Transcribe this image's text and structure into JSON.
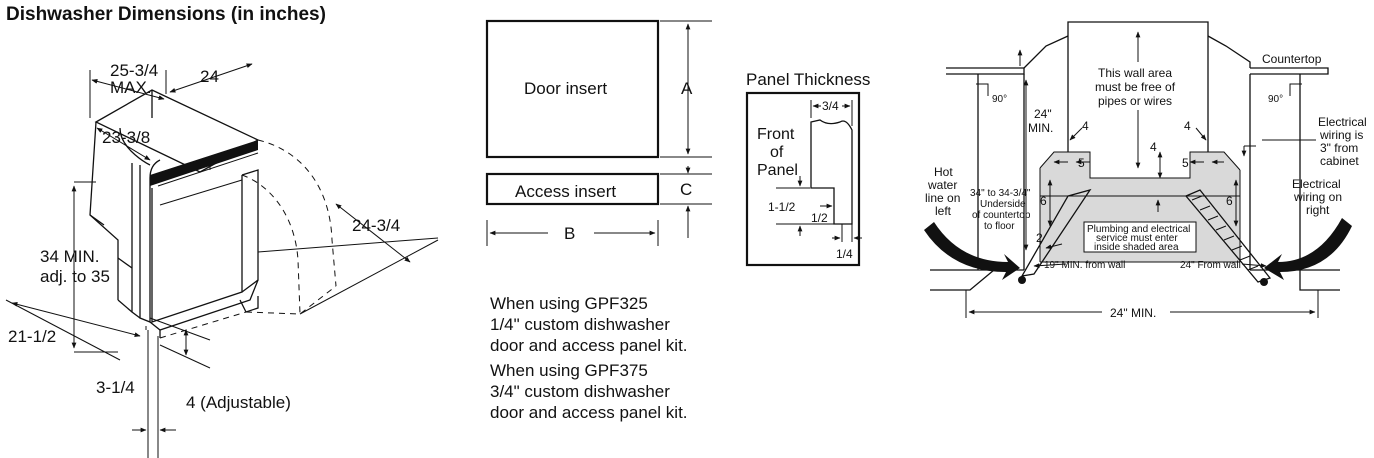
{
  "diagram": {
    "title": "Dishwasher Dimensions (in inches)",
    "dimensions": {
      "depth_max": "25-3/4",
      "depth_max_unit": "MAX.",
      "width": "24",
      "panel_depth": "23-3/8",
      "door_swing": "24-3/4",
      "height_min": "34 MIN.",
      "height_adj": "adj. to 35",
      "toe_depth": "21-1/2",
      "toe_front": "3-1/4",
      "leg_adjust": "4 (Adjustable)"
    }
  },
  "panels": {
    "door_insert": "Door insert",
    "access_insert": "Access insert",
    "dim_a": "A",
    "dim_b": "B",
    "dim_c": "C"
  },
  "thickness": {
    "title": "Panel Thickness",
    "front_label_1": "Front",
    "front_label_2": "of",
    "front_label_3": "Panel",
    "dim_top": "3/4",
    "dim_left": "1-1/2",
    "dim_mid": "1/2",
    "dim_bottom": "1/4"
  },
  "notes": {
    "note1_line1": "When using GPF325",
    "note1_line2": "1/4\" custom dishwasher",
    "note1_line3": "door and access panel kit.",
    "note2_line1": "When using GPF375",
    "note2_line2": "3/4\" custom dishwasher",
    "note2_line3": "door and access panel kit."
  },
  "installation": {
    "countertop": "Countertop",
    "wall_note_1": "This wall area",
    "wall_note_2": "must be free of",
    "wall_note_3": "pipes or wires",
    "angle_left": "90°",
    "angle_right": "90°",
    "min_24_a": "24\"",
    "min_24_b": "MIN.",
    "d4_left": "4",
    "d4_right": "4",
    "d4_center": "4",
    "d5_left": "5",
    "d5_right": "5",
    "d6_left": "6",
    "d6_right": "6",
    "d2": "2",
    "hot_water_1": "Hot",
    "hot_water_2": "water",
    "hot_water_3": "line on",
    "hot_water_4": "left",
    "elec_wiring_1": "Electrical",
    "elec_wiring_2": "wiring is",
    "elec_wiring_3": "3\" from",
    "elec_wiring_4": "cabinet",
    "elec_right_1": "Electrical",
    "elec_right_2": "wiring on",
    "elec_right_3": "right",
    "height_note_1": "34\" to 34-3/4\"",
    "height_note_2": "Underside",
    "height_note_3": "of countertop",
    "height_note_4": "to floor",
    "service_1": "Plumbing and electrical",
    "service_2": "service must enter",
    "service_3": "inside shaded area",
    "from_wall_left": "19\" MIN. from wall",
    "from_wall_right": "24\" From wall",
    "width_min": "24\" MIN."
  }
}
